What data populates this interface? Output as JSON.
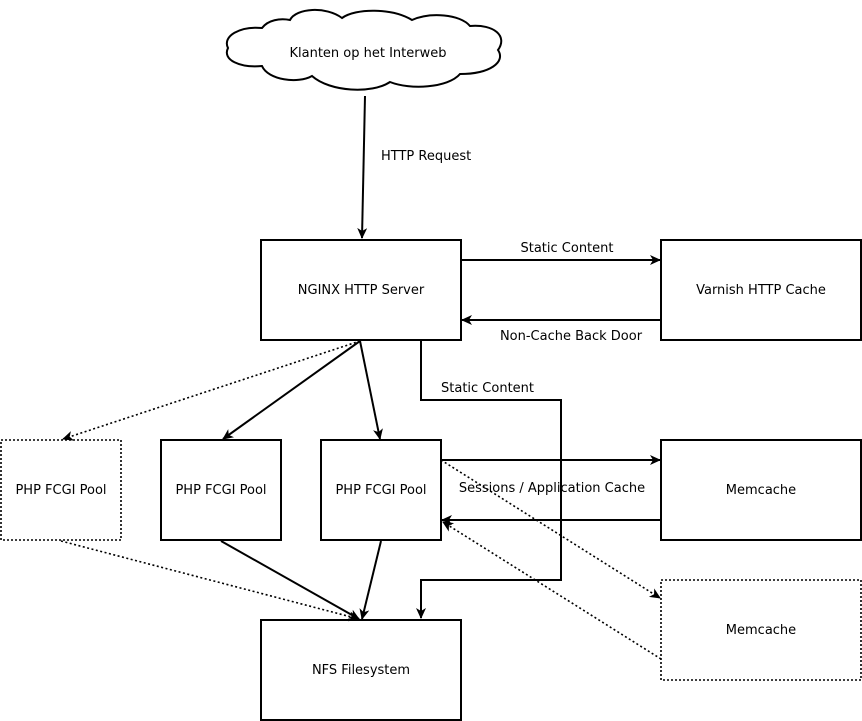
{
  "nodes": {
    "cloud": "Klanten op het Interweb",
    "nginx": "NGINX HTTP Server",
    "varnish": "Varnish HTTP Cache",
    "php_pool_1": "PHP FCGI Pool",
    "php_pool_2": "PHP FCGI Pool",
    "php_pool_3": "PHP FCGI Pool",
    "memcache_1": "Memcache",
    "memcache_2": "Memcache",
    "nfs": "NFS Filesystem"
  },
  "edges": {
    "http_request": "HTTP Request",
    "static_content_varnish": "Static Content",
    "non_cache_back_door": "Non-Cache Back Door",
    "static_content_nfs": "Static Content",
    "sessions_cache": "Sessions / Application Cache"
  }
}
